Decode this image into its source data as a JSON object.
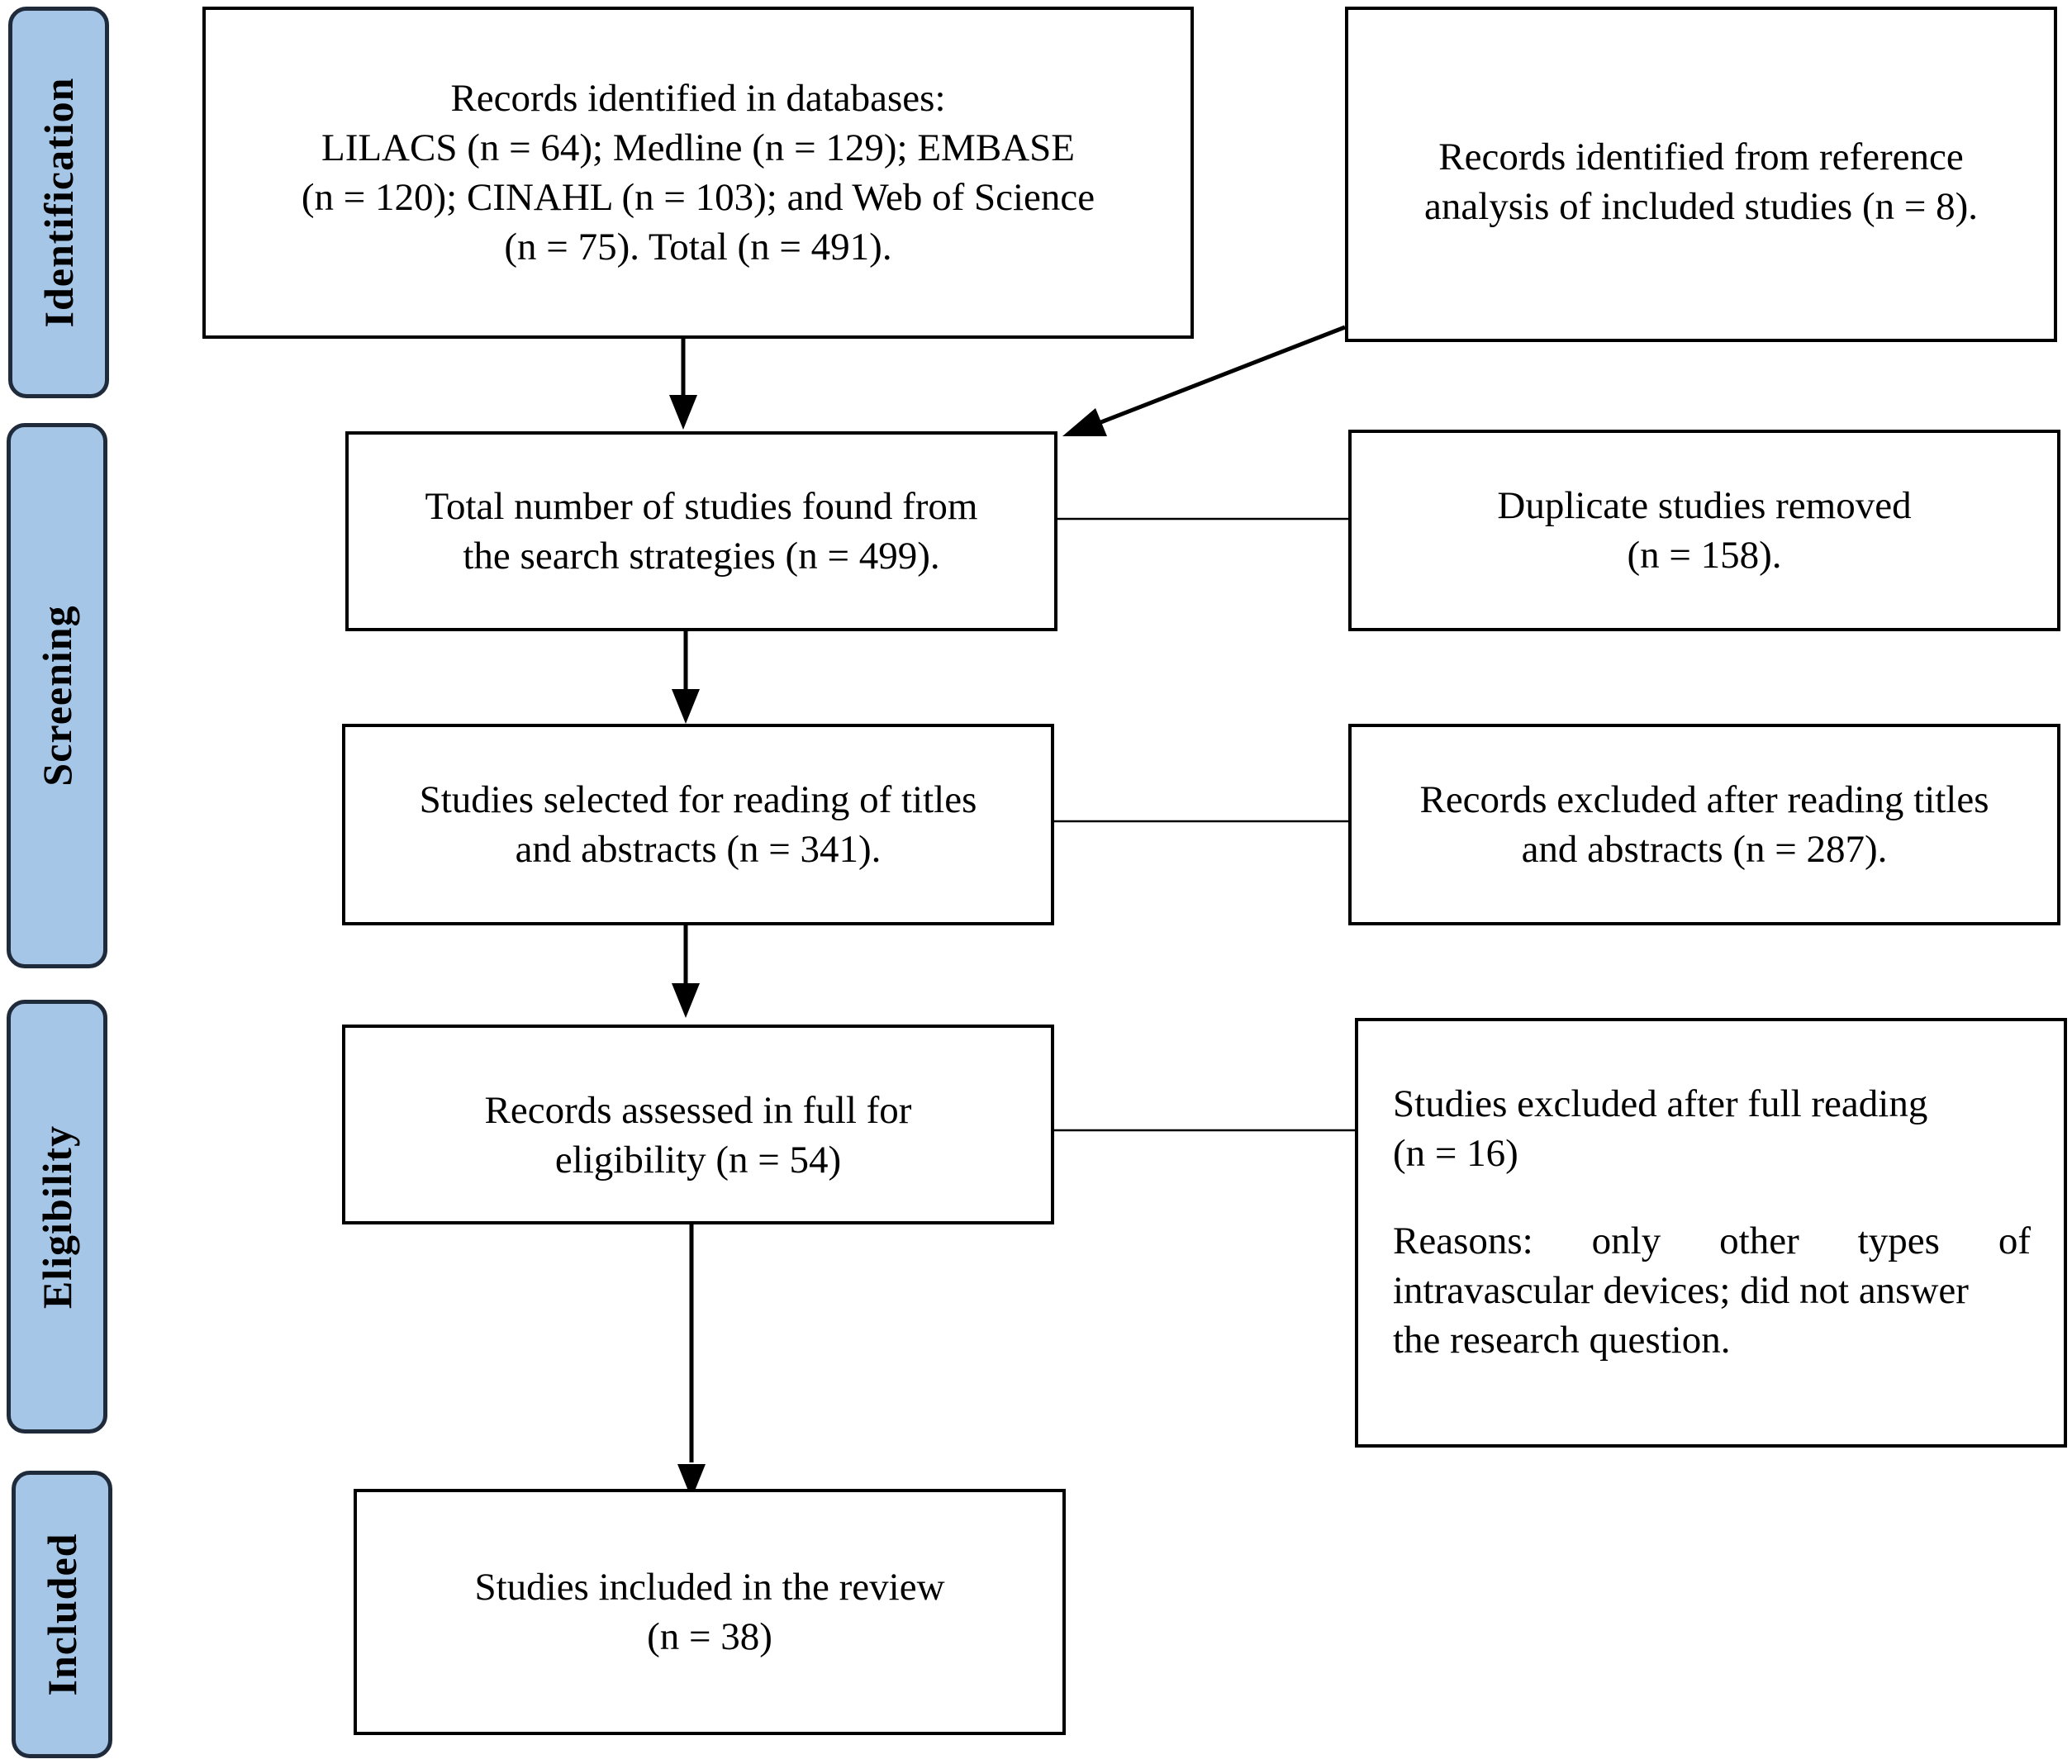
{
  "phases": [
    {
      "id": "identification",
      "label": "Identification"
    },
    {
      "id": "screening",
      "label": "Screening"
    },
    {
      "id": "eligibility",
      "label": "Eligibility"
    },
    {
      "id": "included",
      "label": "Included"
    }
  ],
  "boxes": {
    "databases": {
      "lines": [
        "Records identified in databases:",
        "LILACS (n = 64); Medline (n = 129); EMBASE",
        "(n = 120); CINAHL (n = 103); and Web of Science",
        "(n = 75). Total (n = 491)."
      ]
    },
    "reference_analysis": {
      "lines": [
        "Records identified from reference",
        "analysis of included studies (n = 8)."
      ]
    },
    "total_found": {
      "lines": [
        "Total number of studies found from",
        "the search strategies (n = 499)."
      ]
    },
    "duplicates_removed": {
      "lines": [
        "Duplicate studies removed",
        "(n = 158)."
      ]
    },
    "selected_titles": {
      "lines": [
        "Studies selected for reading of titles",
        "and abstracts (n = 341)."
      ]
    },
    "excluded_titles": {
      "lines": [
        "Records excluded after reading titles",
        "and abstracts (n = 287)."
      ]
    },
    "assessed_full": {
      "lines": [
        "Records assessed in full for",
        "eligibility (n = 54)"
      ]
    },
    "excluded_full": {
      "lines": [
        "Studies excluded after full reading",
        "(n = 16)"
      ],
      "reasons_lines": [
        "Reasons: only other types of",
        "intravascular devices; did not answer",
        "the research question."
      ]
    },
    "included_review": {
      "lines": [
        "Studies included in the review",
        "(n = 38)"
      ]
    }
  }
}
